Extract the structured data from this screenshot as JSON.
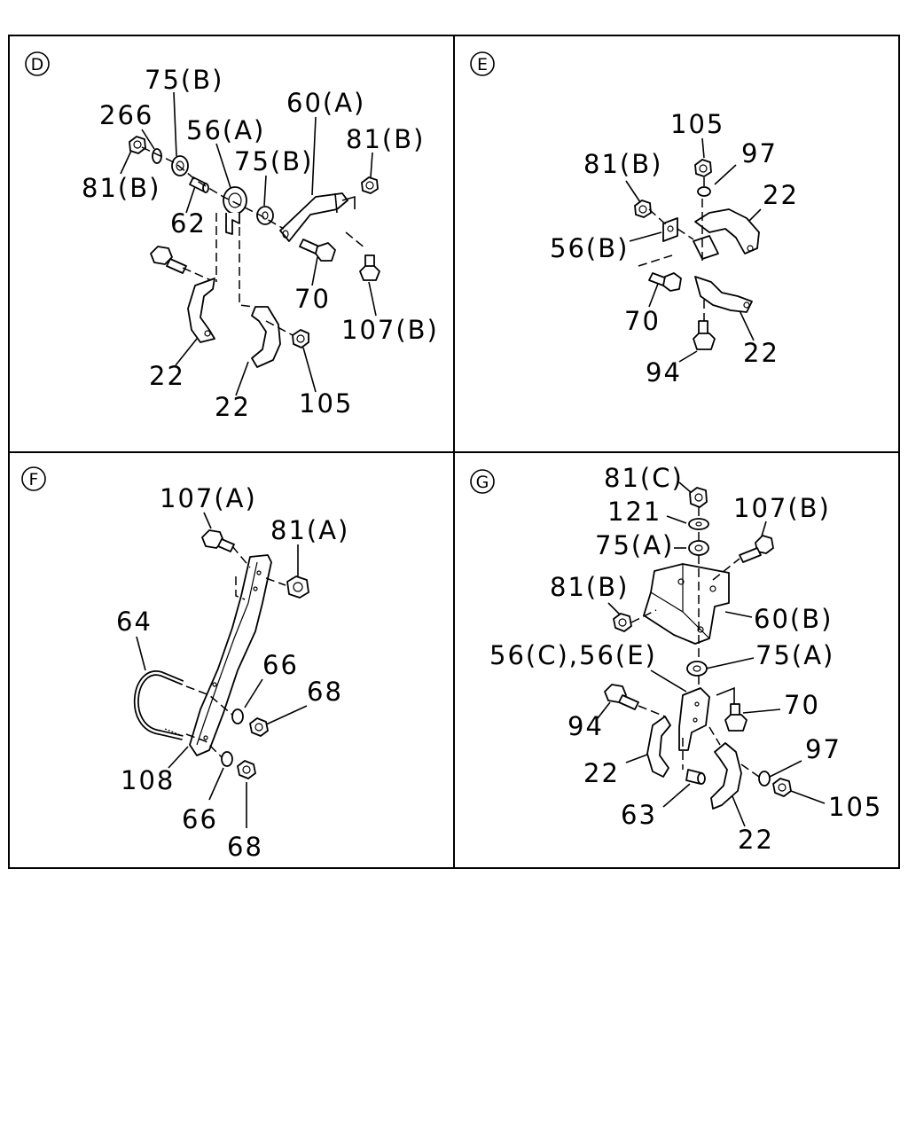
{
  "panels": [
    {
      "id": "D",
      "labels": [
        "75(B)",
        "266",
        "81(B)",
        "56(A)",
        "62",
        "75(B)",
        "60(A)",
        "81(B)",
        "70",
        "107(B)",
        "22",
        "22",
        "105"
      ]
    },
    {
      "id": "E",
      "labels": [
        "105",
        "97",
        "81(B)",
        "22",
        "56(B)",
        "70",
        "94",
        "22"
      ]
    },
    {
      "id": "F",
      "labels": [
        "107(A)",
        "81(A)",
        "64",
        "66",
        "68",
        "108",
        "66",
        "68"
      ]
    },
    {
      "id": "G",
      "labels": [
        "81(C)",
        "121",
        "107(B)",
        "75(A)",
        "81(B)",
        "60(B)",
        "56(C),56(E)",
        "75(A)",
        "70",
        "94",
        "97",
        "22",
        "105",
        "63",
        "22"
      ]
    }
  ]
}
